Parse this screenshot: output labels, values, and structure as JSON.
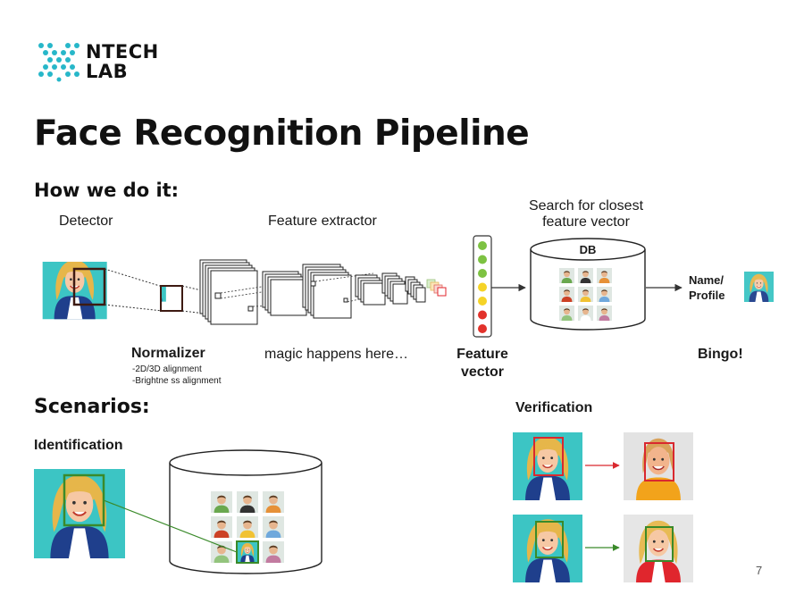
{
  "logo": {
    "line1": "NTECH",
    "line2": "LAB"
  },
  "title": "Face Recognition Pipeline",
  "section_how": "How we do it:",
  "pipeline": {
    "detector": "Detector",
    "feature_extractor": "Feature extractor",
    "search_line1": "Search for closest",
    "search_line2": "feature vector",
    "db": "DB",
    "name_line1": "Name/",
    "name_line2": "Profile",
    "normalizer": "Normalizer",
    "normalizer_items": [
      "-2D/3D alignment",
      "-Brightne ss alignment"
    ],
    "magic": "magic happens here…",
    "feature_vector_line1": "Feature",
    "feature_vector_line2": "vector",
    "bingo": "Bingo!"
  },
  "feature_vector_colors": [
    "#7dc242",
    "#7dc242",
    "#7dc242",
    "#f5d327",
    "#f5d327",
    "#e2322b",
    "#e2322b"
  ],
  "section_scenarios": "Scenarios:",
  "identification": "Identification",
  "verification": "Verification",
  "page_number": "7",
  "colors": {
    "teal": "#3cc5c4",
    "accent_logo": "#27b7c9",
    "match_green": "#3a8a2a",
    "mismatch_red": "#d9282f",
    "face_box": "#8b2a1f"
  }
}
